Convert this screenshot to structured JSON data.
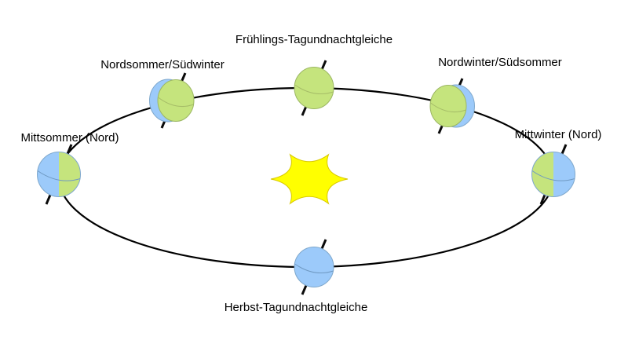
{
  "diagram": {
    "type": "earth-orbit-seasons-diagram",
    "language": "de",
    "background": "#ffffff",
    "colors": {
      "day_green": "#c5e47d",
      "night_blue": "#9ccafa",
      "sun_yellow": "#ffff00",
      "sun_outline": "#d8c800",
      "orbit_line": "#000000",
      "axis_line": "#0a0a0a",
      "label_text": "#000000",
      "green_outline": "#9cb764",
      "blue_outline": "#7fa8cc",
      "equator_on_green": "#a6bd68",
      "equator_on_blue": "#6f99c2"
    },
    "sun": {
      "shape": "six-pointed-star"
    },
    "positions": [
      {
        "id": "spring-equinox",
        "label": "Frühlings-Tagundnachtgleiche",
        "globe": "full-green-day-side"
      },
      {
        "id": "north-summer",
        "label": "Nordsommer/Südwinter",
        "globe": "green-front-blue-crescent-left"
      },
      {
        "id": "north-winter",
        "label": "Nordwinter/Südsommer",
        "globe": "green-front-blue-crescent-right"
      },
      {
        "id": "midsummer-north",
        "label": "Mittsommer (Nord)",
        "globe": "left-half-blue-right-half-green"
      },
      {
        "id": "midwinter-north",
        "label": "Mittwinter (Nord)",
        "globe": "left-half-green-right-half-blue"
      },
      {
        "id": "autumn-equinox",
        "label": "Herbst-Tagundnachtgleiche",
        "globe": "full-blue-night-side"
      }
    ]
  }
}
